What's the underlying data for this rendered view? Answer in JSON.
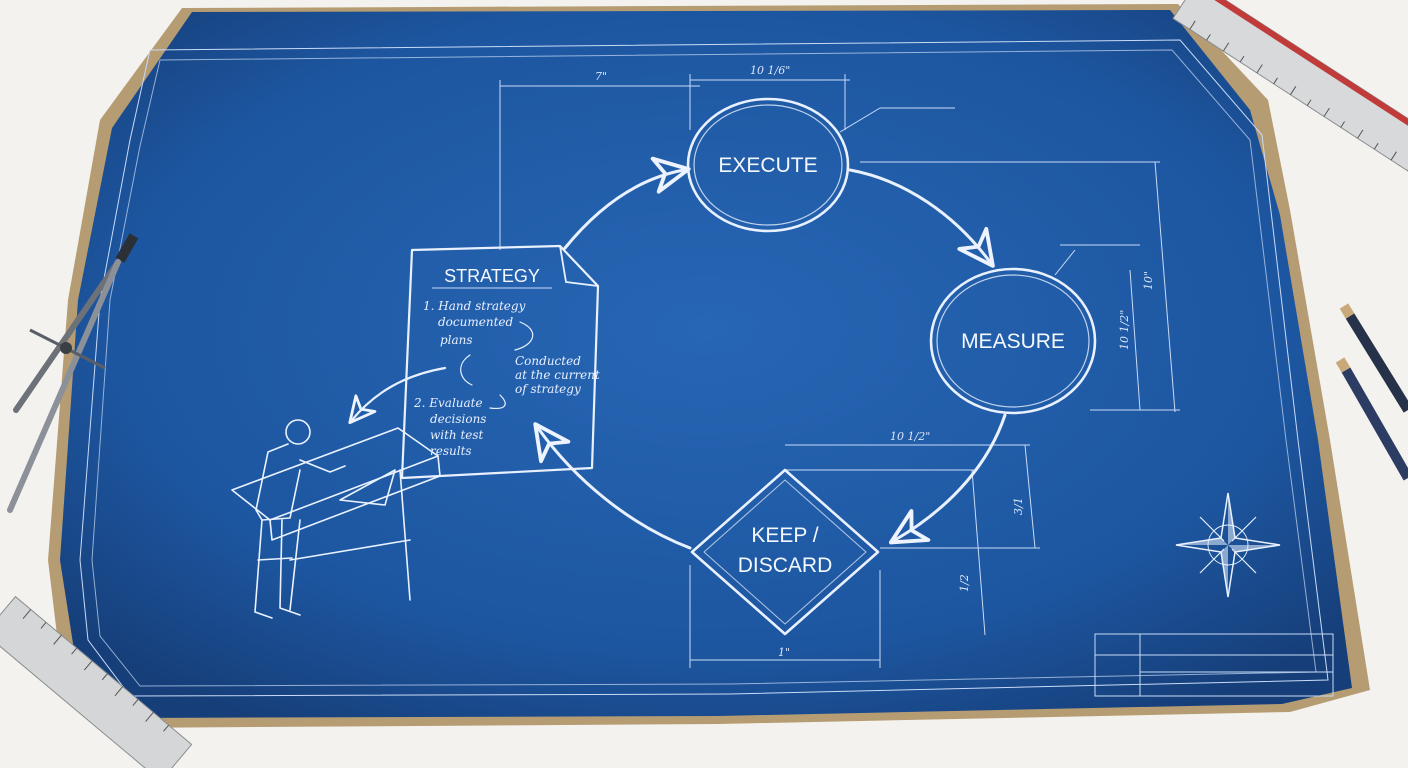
{
  "diagram": {
    "nodes": {
      "strategy": "STRATEGY",
      "execute": "EXECUTE",
      "measure": "MEASURE",
      "keep_line1": "KEEP /",
      "keep_line2": "DISCARD"
    },
    "strategy_notes": {
      "line1": "1. Hand strategy",
      "line2": "documented",
      "line3": "plans",
      "side1": "Conducted",
      "side2": "at the current",
      "side3": "of strategy",
      "line4": "2. Evaluate",
      "line5": "decisions",
      "line6": "with test",
      "line7": "results"
    },
    "dimensions": {
      "top_left": "7\"",
      "top_right": "10 1/6\"",
      "right_outer": "10\"",
      "right_inner": "10 1/2\"",
      "mid": "10 1/2\"",
      "side_small": "3/1",
      "side_lower": "1/2",
      "bottom": "1\""
    },
    "colors": {
      "blueprint": "#1f5aa6",
      "ink": "#e9f1ff",
      "paper_edge": "#b59c72",
      "background": "#f3f2ee"
    },
    "decorations": {
      "compass_rose": "compass-rose-icon",
      "drafter": "drafter-figure-icon",
      "drawing_compass": "drawing-compass-icon",
      "ruler": "ruler-icon",
      "pencil": "pencil-icon"
    }
  }
}
